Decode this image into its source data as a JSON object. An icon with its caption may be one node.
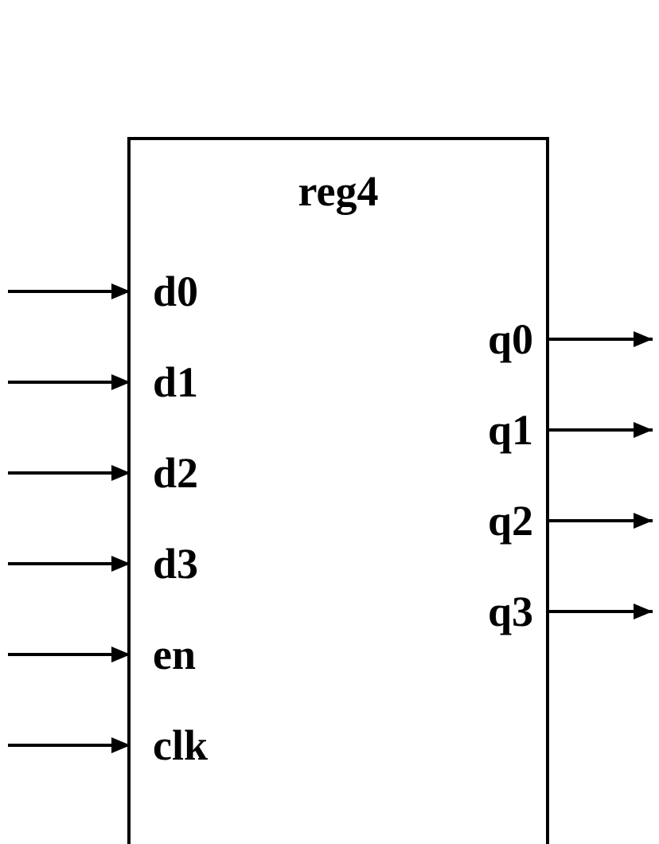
{
  "diagram": {
    "nodes": [
      {
        "text": [
          "reg4"
        ]
      },
      {
        "text": [
          "d0"
        ],
        "in": 0
      },
      {
        "text": [
          "d1"
        ],
        "in": 0
      },
      {
        "text": [
          "d2"
        ],
        "in": 0
      },
      {
        "text": [
          "d3"
        ],
        "in": 0
      },
      {
        "text": [
          "en"
        ],
        "in": 0
      },
      {
        "text": [
          "clk"
        ],
        "in": 0
      },
      {
        "text": [
          "q0"
        ],
        "in": 0
      },
      {
        "text": [
          "q1"
        ],
        "in": 0
      },
      {
        "text": [
          "q2"
        ],
        "in": 0
      },
      {
        "text": [
          "q3"
        ],
        "in": 0
      }
    ],
    "edges": [
      {
        "from": null,
        "to": 1,
        "arrow": "to"
      },
      {
        "from": null,
        "to": 2,
        "arrow": "to"
      },
      {
        "from": null,
        "to": 3,
        "arrow": "to"
      },
      {
        "from": null,
        "to": 4,
        "arrow": "to"
      },
      {
        "from": null,
        "to": 5,
        "arrow": "to"
      },
      {
        "from": null,
        "to": 6,
        "arrow": "to"
      },
      {
        "from": 7,
        "to": null,
        "arrow": "to"
      },
      {
        "from": 8,
        "to": null,
        "arrow": "to"
      },
      {
        "from": 9,
        "to": null,
        "arrow": "to"
      },
      {
        "from": 10,
        "to": null,
        "arrow": "to"
      }
    ]
  }
}
